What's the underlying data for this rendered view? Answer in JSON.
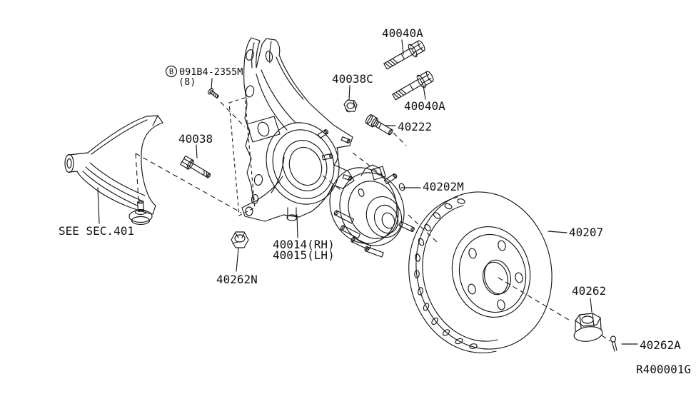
{
  "diagram": {
    "background_color": "#ffffff",
    "line_color": "#161616",
    "ref_code": "R400001G",
    "labels": {
      "part_40040a_top": "40040A",
      "part_40040a_bottom": "40040A",
      "part_40038c": "40038C",
      "part_40222": "40222",
      "code_prefix": "B",
      "code": "091B4-2355M",
      "code_qty": "(8)",
      "part_40038": "40038",
      "see_sec": "SEE SEC.401",
      "part_40014": "40014(RH)",
      "part_40015": "40015(LH)",
      "part_40262n": "40262N",
      "part_40202m": "40202M",
      "part_40207": "40207",
      "part_40262": "40262",
      "part_40262a": "40262A"
    }
  }
}
